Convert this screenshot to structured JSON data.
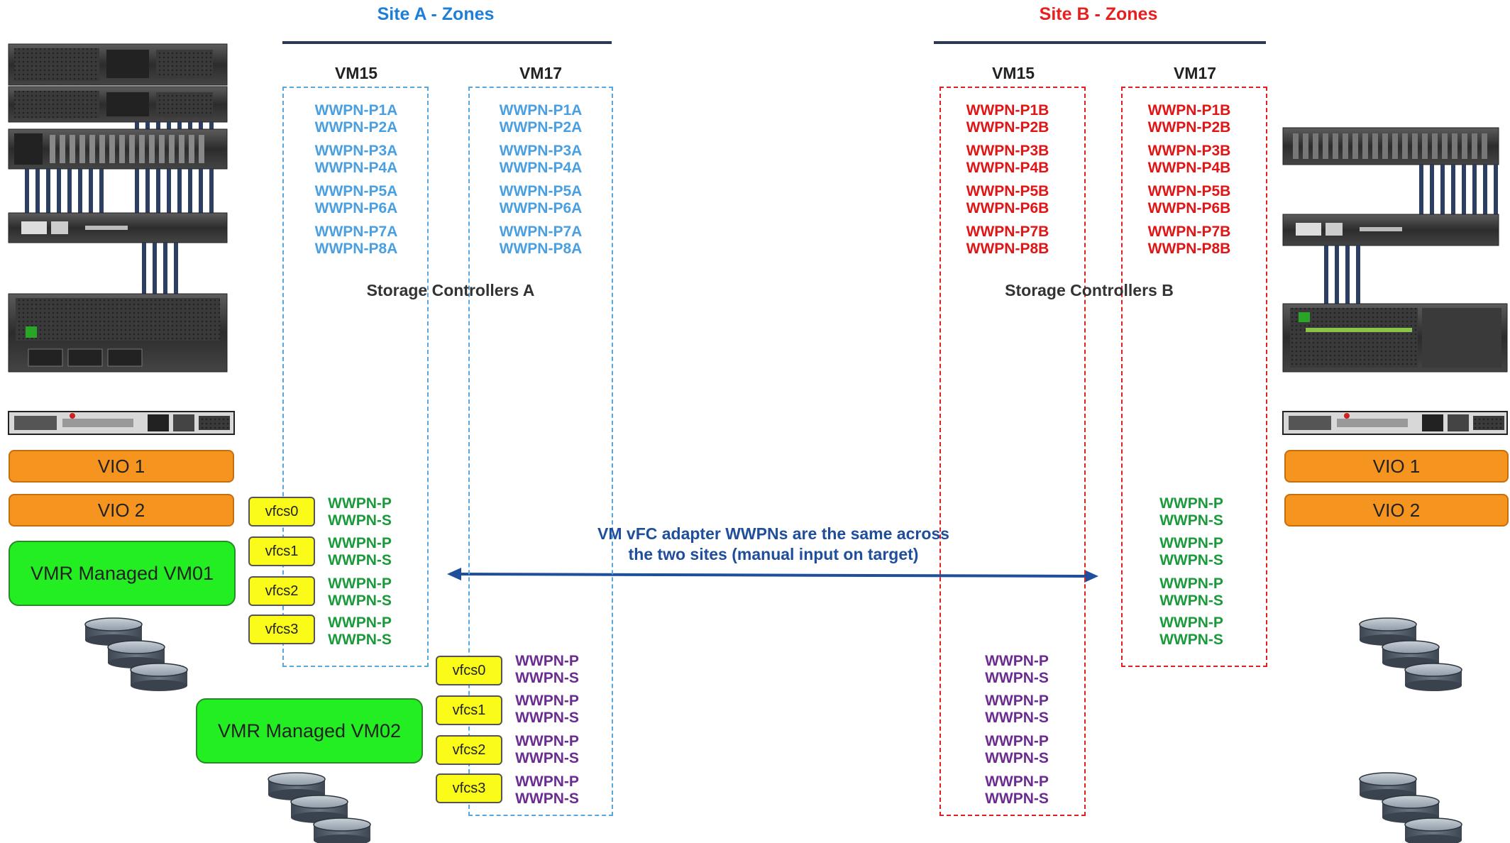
{
  "site_a": {
    "title": "Site A - Zones",
    "title_color": "#1e7fd8",
    "zone_color": "#5aa7e0",
    "wwpn_color": "#4a9fe0",
    "vm15": "VM15",
    "vm17": "VM17",
    "controllers": "Storage Controllers A"
  },
  "site_b": {
    "title": "Site B - Zones",
    "title_color": "#e81f1f",
    "zone_color": "#e01f1f",
    "wwpn_color": "#e01515",
    "vm15": "VM15",
    "vm17": "VM17",
    "controllers": "Storage Controllers B"
  },
  "wwpn_a": [
    [
      "WWPN-P1A",
      "WWPN-P2A"
    ],
    [
      "WWPN-P3A",
      "WWPN-P4A"
    ],
    [
      "WWPN-P5A",
      "WWPN-P6A"
    ],
    [
      "WWPN-P7A",
      "WWPN-P8A"
    ]
  ],
  "wwpn_b": [
    [
      "WWPN-P1B",
      "WWPN-P2B"
    ],
    [
      "WWPN-P3B",
      "WWPN-P4B"
    ],
    [
      "WWPN-P5B",
      "WWPN-P6B"
    ],
    [
      "WWPN-P7B",
      "WWPN-P8B"
    ]
  ],
  "left": {
    "vio1": "VIO 1",
    "vio2": "VIO 2",
    "vm01": "VMR Managed VM01",
    "vm02": "VMR Managed VM02"
  },
  "right": {
    "vio1": "VIO 1",
    "vio2": "VIO 2"
  },
  "vfcs": [
    "vfcs0",
    "vfcs1",
    "vfcs2",
    "vfcs3"
  ],
  "vm_pair": {
    "p": "WWPN-P",
    "s": "WWPN-S"
  },
  "note": {
    "line1": "VM vFC adapter WWPNs are the same across",
    "line2": "the two sites (manual input on target)"
  },
  "colors": {
    "arrow": "#1f4e9c",
    "vio": "#f5941f",
    "vmr": "#22ee22",
    "vfcs": "#fbfb1a",
    "green_text": "#1a9a3a",
    "purple_text": "#6a2c91"
  },
  "icons": [
    "server-rack-icon",
    "storage-array-icon",
    "san-switch-icon",
    "power-server-icon",
    "hmc-server-icon",
    "disk-icon"
  ]
}
